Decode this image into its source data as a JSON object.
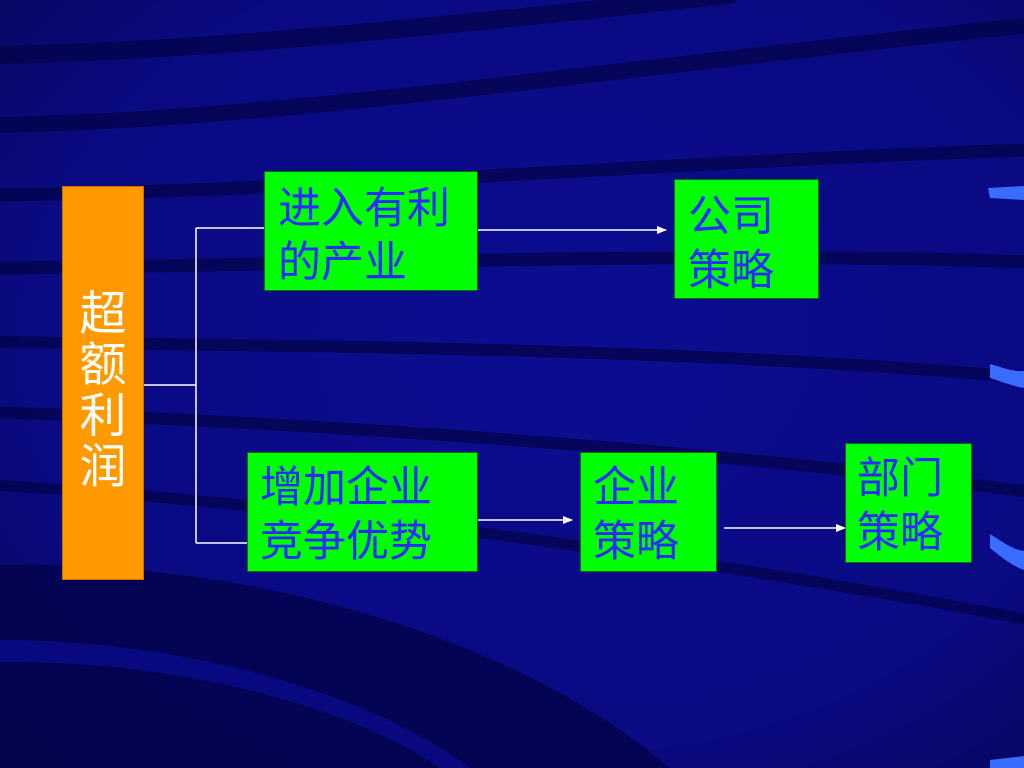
{
  "colors": {
    "background": "#0a0a84",
    "background_stripe": "#03034a",
    "edge_highlight": "#3a6cff",
    "box_green": "#00ff00",
    "box_orange": "#ff9900",
    "text_blue": "#2b2bff",
    "text_white": "#ffffff",
    "connector": "#ffffff"
  },
  "nodes": {
    "excess_profit": {
      "label": "超额利润"
    },
    "enter_industry": {
      "lines": [
        "进入有利",
        "的产业"
      ]
    },
    "corporate_strategy": {
      "lines": [
        "公司",
        "策略"
      ]
    },
    "competitive_advantage": {
      "lines": [
        "增加企业",
        "竞争优势"
      ]
    },
    "business_strategy": {
      "lines": [
        "企业",
        "策略"
      ]
    },
    "functional_strategy": {
      "lines": [
        "部门",
        "策略"
      ]
    }
  }
}
